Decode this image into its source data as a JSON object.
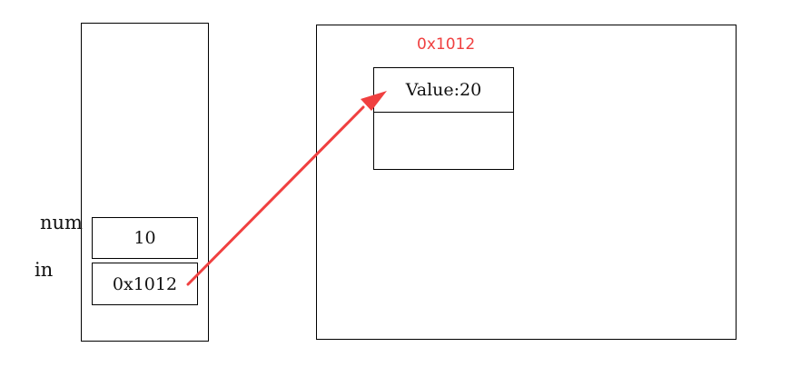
{
  "stack": {
    "variables": [
      {
        "name": "num",
        "value": "10"
      },
      {
        "name": "in",
        "value": "0x1012"
      }
    ]
  },
  "heap": {
    "address": "0x1012",
    "object": {
      "field": "Value:20"
    }
  },
  "colors": {
    "arrow": "#f04040",
    "address": "#f04040",
    "border": "#000000"
  }
}
